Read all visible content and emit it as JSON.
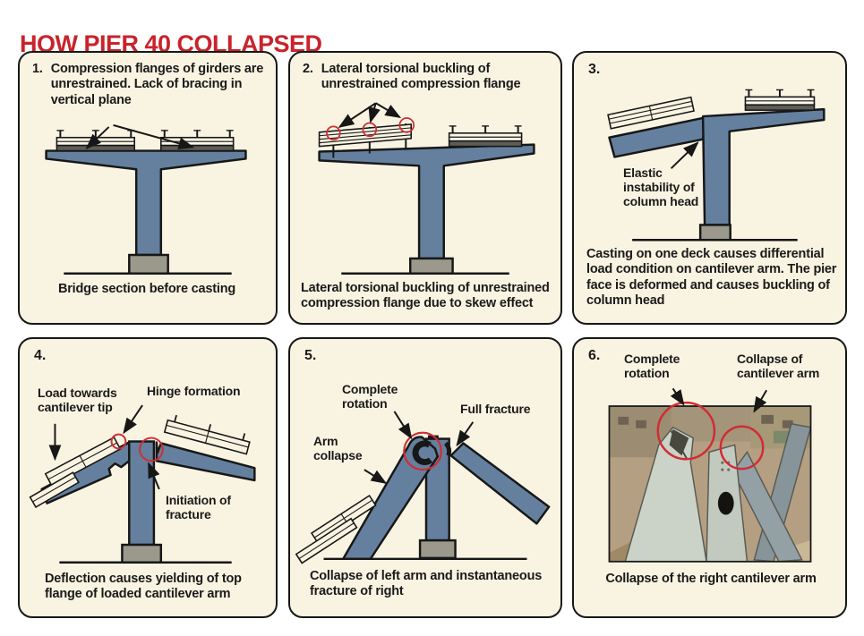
{
  "title": "HOW PIER 40 COLLAPSED",
  "colors": {
    "title_red": "#c9232b",
    "panel_background": "#f9f4e2",
    "panel_border": "#171717",
    "pier_blue": "#64809e",
    "footing_gray": "#9a998c",
    "girder_dark_gray": "#5e5d55",
    "annotation_circle_red": "#d02c34",
    "text_black": "#1a1a1a"
  },
  "panels": [
    {
      "number": "1.",
      "heading": "Compression flanges of girders are unrestrained. Lack of bracing in vertical plane",
      "caption": "Bridge section before casting",
      "labels": []
    },
    {
      "number": "2.",
      "heading": "Lateral torsional buckling of unrestrained compression flange",
      "caption": "Lateral torsional buckling of unrestrained compression flange due to skew effect",
      "labels": []
    },
    {
      "number": "3.",
      "heading": "",
      "caption": "Casting on one deck causes differential load condition on cantilever arm. The pier face is deformed and causes buckling of column head",
      "labels": [
        "Elastic instability of column head"
      ]
    },
    {
      "number": "4.",
      "heading": "",
      "caption": "Deflection causes yielding of top flange of loaded cantilever arm",
      "labels": [
        "Load towards cantilever tip",
        "Hinge formation",
        "Initiation of fracture"
      ]
    },
    {
      "number": "5.",
      "heading": "",
      "caption": "Collapse of left arm and instantaneous fracture of right",
      "labels": [
        "Complete rotation",
        "Full fracture",
        "Arm collapse"
      ]
    },
    {
      "number": "6.",
      "heading": "",
      "caption": "Collapse of the right cantilever arm",
      "labels": [
        "Complete rotation",
        "Collapse of cantilever arm"
      ]
    }
  ]
}
